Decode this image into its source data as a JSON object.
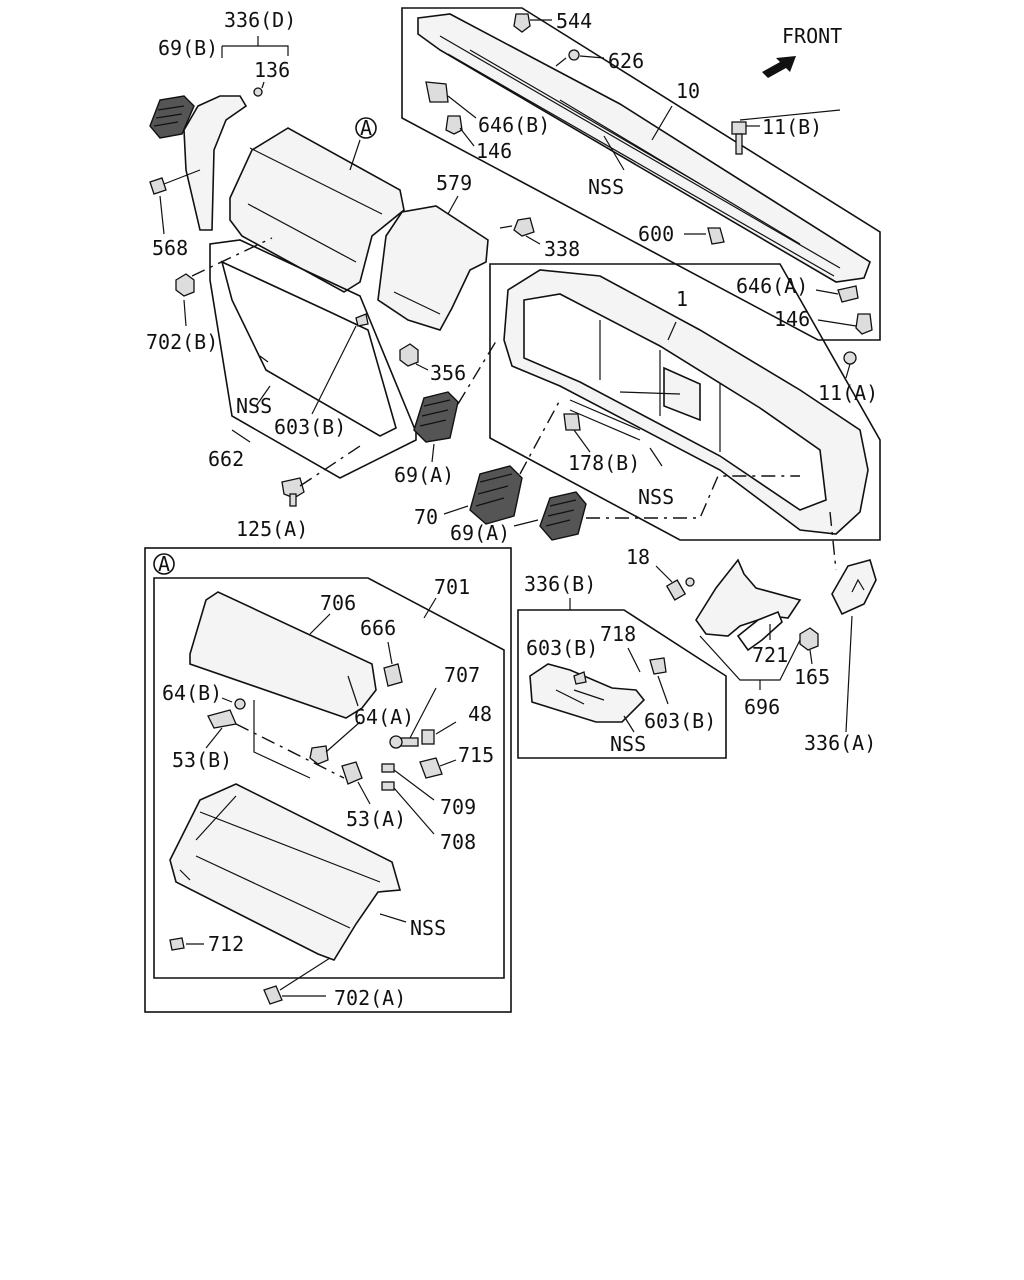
{
  "front_label": "FRONT",
  "section_marker": "A",
  "labels": {
    "p336D": "336(D)",
    "p69B": "69(B)",
    "p136": "136",
    "p568": "568",
    "p702B": "702(B)",
    "p579": "579",
    "p544": "544",
    "p626": "626",
    "p10": "10",
    "p646B": "646(B)",
    "p146a": "146",
    "pNSS1": "NSS",
    "p11B": "11(B)",
    "p338": "338",
    "p600": "600",
    "p1": "1",
    "p646A": "646(A)",
    "p146b": "146",
    "p11A": "11(A)",
    "p356": "356",
    "pNSS2": "NSS",
    "p603B1": "603(B)",
    "p662": "662",
    "p69A1": "69(A)",
    "p178B": "178(B)",
    "pNSS3": "NSS",
    "p70": "70",
    "p69A2": "69(A)",
    "p125A": "125(A)",
    "p18": "18",
    "p336B": "336(B)",
    "p603B2": "603(B)",
    "p718": "718",
    "p603B3": "603(B)",
    "pNSS4": "NSS",
    "p721": "721",
    "p165": "165",
    "p696": "696",
    "p336A": "336(A)",
    "p701": "701",
    "p706": "706",
    "p666": "666",
    "p707": "707",
    "p48": "48",
    "p64B": "64(B)",
    "p64A": "64(A)",
    "p715": "715",
    "p53B": "53(B)",
    "p709": "709",
    "p53A": "53(A)",
    "p708": "708",
    "pNSS5": "NSS",
    "p712": "712",
    "p702A": "702(A)"
  }
}
